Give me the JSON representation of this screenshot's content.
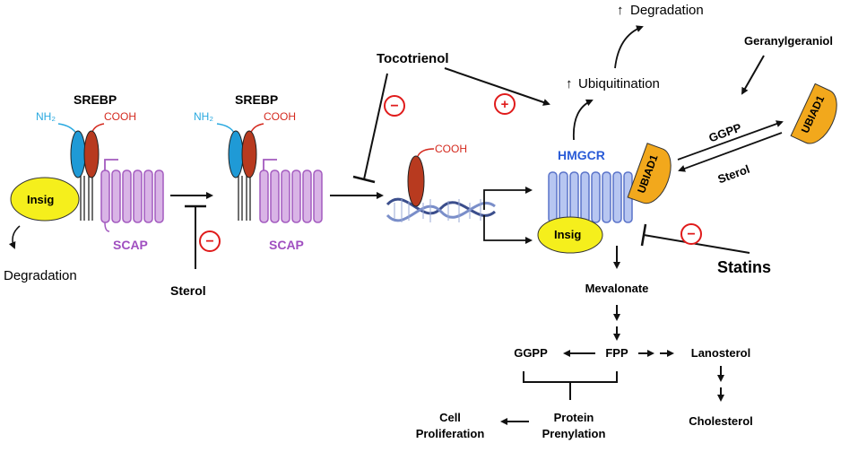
{
  "labels": {
    "srebp_1": "SREBP",
    "srebp_2": "SREBP",
    "nh2_1": "NH₂",
    "nh2_2": "NH₂",
    "cooh_1": "COOH",
    "cooh_2": "COOH",
    "cooh_3": "COOH",
    "insig_1": "Insig",
    "insig_2": "Insig",
    "scap_1": "SCAP",
    "scap_2": "SCAP",
    "degradation_left": "Degradation",
    "sterol_block": "Sterol",
    "tocotrienol": "Tocotrienol",
    "degradation_top": "Degradation",
    "ubiquitination": "Ubiquitination",
    "geranylgeraniol": "Geranylgeraniol",
    "ubiad1_top": "UBIAD1",
    "ubiad1_mid": "UBIAD1",
    "ggpp_arrow": "GGPP",
    "sterol_arrow": "Sterol",
    "hmgcr": "HMGCR",
    "statins": "Statins",
    "mevalonate": "Mevalonate",
    "ggpp": "GGPP",
    "fpp": "FPP",
    "lanosterol": "Lanosterol",
    "cholesterol": "Cholesterol",
    "protein_prenylation_1": "Protein",
    "protein_prenylation_2": "Prenylation",
    "cell_proliferation_1": "Cell",
    "cell_proliferation_2": "Proliferation"
  },
  "symbols": {
    "up_arrow": "↑",
    "minus": "−",
    "plus": "+"
  },
  "colors": {
    "nh2": "#29a9e0",
    "cooh": "#d42a1f",
    "srebp_blue": "#1f9ad6",
    "srebp_red": "#b83a1f",
    "insig": "#f5ef1c",
    "scap": "#b676c9",
    "hmgcr": "#8fa6e6",
    "hmgcr_text": "#2a5bd7",
    "ubiad1": "#f2a81c",
    "scap_text": "#a04fc0",
    "red_sign": "#e01b1b"
  }
}
